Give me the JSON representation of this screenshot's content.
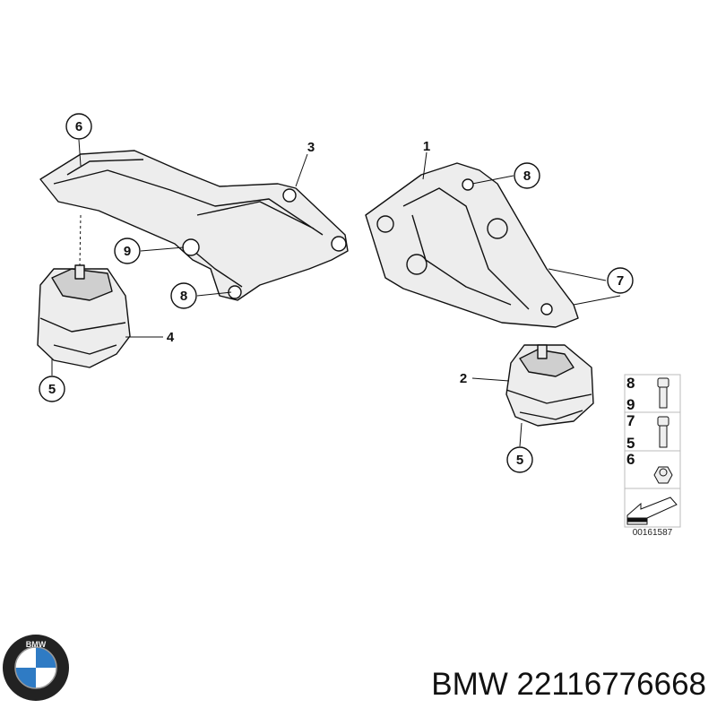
{
  "callouts": {
    "c6_top": "6",
    "c9": "9",
    "c8_left": "8",
    "c3": "3",
    "c4": "4",
    "c5_left": "5",
    "c1": "1",
    "c8_right": "8",
    "c7": "7",
    "c2": "2",
    "c5_right": "5"
  },
  "legend": {
    "row1": [
      "8",
      "9"
    ],
    "row2": [
      "7",
      "5"
    ],
    "row3": [
      "6"
    ]
  },
  "diagram_id": "00161587",
  "brand": "BMW",
  "part_number": "BMW 22116776668",
  "colors": {
    "line": "#111111",
    "part_fill": "#ececec",
    "bmw_blue": "#2f7bc4"
  }
}
